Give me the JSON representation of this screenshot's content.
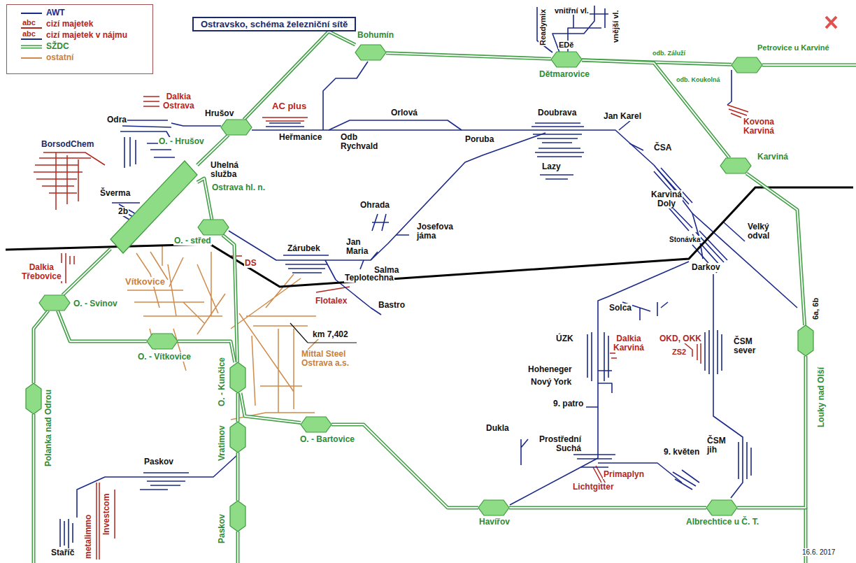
{
  "diagram": {
    "title": "Ostravsko, schéma železniční sítě",
    "nodes": [
      {
        "text": [
          "Bohumín"
        ]
      },
      {
        "text": [
          "Dětmarovice"
        ]
      },
      {
        "text": [
          "Petrovice u Karviné"
        ]
      },
      {
        "text": [
          "O. - Hrušov"
        ]
      },
      {
        "text": [
          "Karviná"
        ]
      },
      {
        "text": [
          "Ostrava hl. n."
        ]
      },
      {
        "text": [
          "O. - střed"
        ]
      },
      {
        "text": [
          "O. - Svinov"
        ]
      },
      {
        "text": [
          "Louky nad Olší"
        ]
      },
      {
        "text": [
          "O. - Vítkovice"
        ]
      },
      {
        "text": [
          "O. - Kunčice"
        ]
      },
      {
        "text": [
          "Polanka nad Odrou"
        ]
      },
      {
        "text": [
          "O. - Bartovice"
        ]
      },
      {
        "text": [
          "Vratimov"
        ]
      },
      {
        "text": [
          "Havířov"
        ]
      },
      {
        "text": [
          "Albrechtice u Č. T."
        ]
      },
      {
        "text": [
          "Paskov"
        ]
      }
    ],
    "edges": [
      {
        "from": 0,
        "to": 1,
        "arrow": "none"
      },
      {
        "from": 1,
        "to": 2,
        "arrow": "none"
      },
      {
        "from": 1,
        "to": 4,
        "arrow": "none"
      },
      {
        "from": 4,
        "to": 8,
        "arrow": "none"
      },
      {
        "from": 0,
        "to": 3,
        "arrow": "none"
      },
      {
        "from": 3,
        "to": 5,
        "arrow": "none"
      },
      {
        "from": 5,
        "to": 7,
        "arrow": "none"
      },
      {
        "from": 5,
        "to": 6,
        "arrow": "none"
      },
      {
        "from": 6,
        "to": 10,
        "arrow": "none"
      },
      {
        "from": 7,
        "to": 9,
        "arrow": "none"
      },
      {
        "from": 9,
        "to": 10,
        "arrow": "none"
      },
      {
        "from": 7,
        "to": 11,
        "arrow": "none"
      },
      {
        "from": 10,
        "to": 13,
        "arrow": "none"
      },
      {
        "from": 13,
        "to": 16,
        "arrow": "none"
      },
      {
        "from": 10,
        "to": 12,
        "arrow": "none"
      },
      {
        "from": 12,
        "to": 14,
        "arrow": "none"
      },
      {
        "from": 14,
        "to": 15,
        "arrow": "none"
      },
      {
        "from": 15,
        "to": 8,
        "arrow": "none"
      }
    ],
    "labels": [
      "abc",
      "abc",
      "Readymix",
      "vnitřní vl.",
      "vnější vl.",
      "EDě",
      "Dalkia Ostrava",
      "odb. Záluží",
      "odb. Koukolná",
      "Odra",
      "Hrušov",
      "AC plus",
      "Doubrava",
      "Jan Karel",
      "Kovona Karviná",
      "BorsodChem",
      "Heřmanice",
      "Odb Rychvald",
      "Orlová",
      "Poruba",
      "Uhelná služba",
      "ČSA",
      "Lazy",
      "Šverma",
      "Karviná Doly",
      "2b",
      "Ohrada",
      "Josefova jáma",
      "Stonávka",
      "Velký odval",
      "Zárubek",
      "Jan Maria",
      "DS",
      "Darkov",
      "Dalkia Třebovice",
      "Salma",
      "Vítkovice",
      "Teplotechna",
      "Flotalex",
      "Bastro",
      "Solca",
      "6a, 6b",
      "km 7,402",
      "ÚZK",
      "Dalkia Karviná",
      "OKD, OKK",
      "ČSM sever",
      "Mittal Steel Ostrava a.s.",
      "ZS2",
      "Hoheneger",
      "Nový York",
      "9. patro",
      "Dukla",
      "Prostřední Suchá",
      "9. květen",
      "ČSM jih",
      "Paskov",
      "Primaplyn",
      "Lichtgitter",
      "metalimmo",
      "Investcom",
      "Staříč",
      "16.6. 2017"
    ],
    "legend": [
      {
        "text": "AWT"
      },
      {
        "text": "cizí majetek"
      },
      {
        "text": "cizí majetek v nájmu"
      },
      {
        "text": "SŽDC"
      },
      {
        "text": "ostatní"
      }
    ]
  }
}
